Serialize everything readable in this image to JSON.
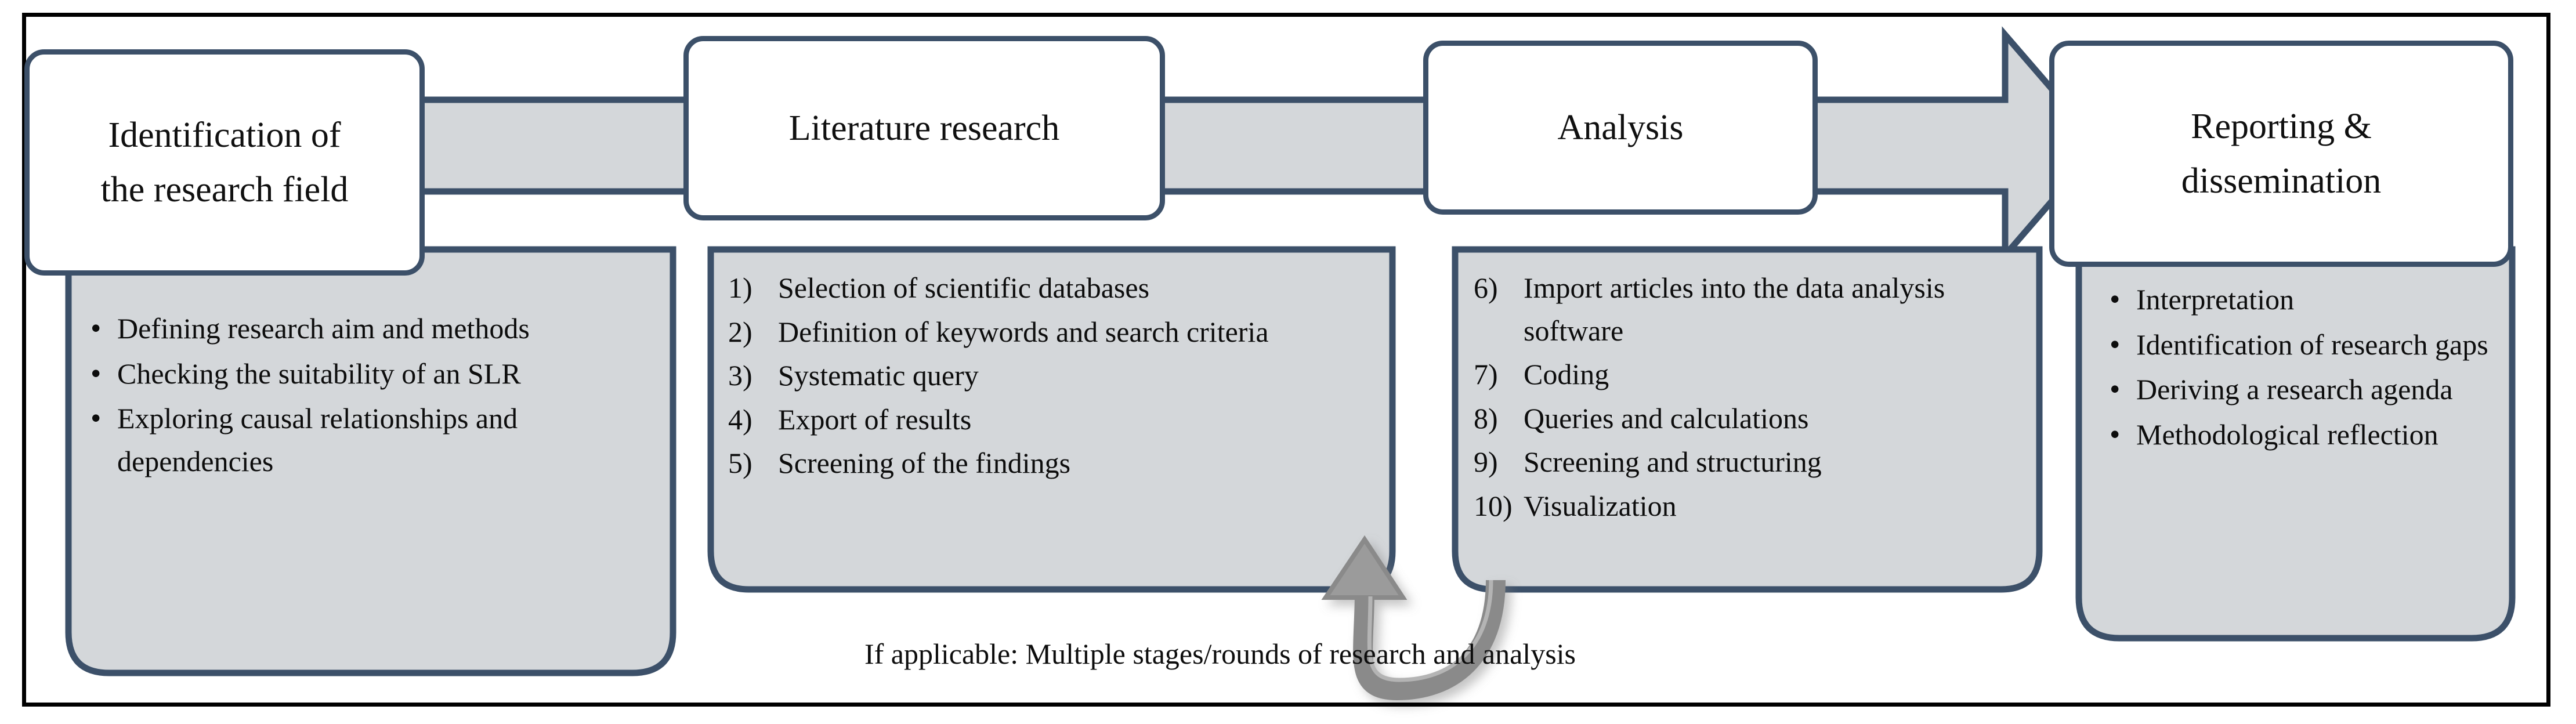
{
  "diagram": {
    "title": "Systematic literature review process",
    "colors": {
      "stage_border": "#3C5069",
      "panel_fill": "#D4D7DA",
      "band_fill": "#D4D7DA",
      "feedback_arrow": "#8A8A8A",
      "outer_frame": "#000000",
      "text": "#0D0D0D",
      "box_fill": "#FFFFFF"
    },
    "stages": [
      {
        "id": "identification",
        "title_lines": [
          "Identification of",
          "the research field"
        ],
        "list_type": "bullet",
        "items": [
          "Defining research aim and methods",
          "Checking the suitability of an SLR",
          "Exploring causal relationships and dependencies"
        ]
      },
      {
        "id": "literature-research",
        "title_lines": [
          "Literature research"
        ],
        "list_type": "numbered",
        "items": [
          {
            "marker": "1)",
            "text": "Selection of scientific databases"
          },
          {
            "marker": "2)",
            "text": "Definition of keywords and search criteria"
          },
          {
            "marker": "3)",
            "text": "Systematic query"
          },
          {
            "marker": "4)",
            "text": "Export of results"
          },
          {
            "marker": "5)",
            "text": "Screening of the findings"
          }
        ]
      },
      {
        "id": "analysis",
        "title_lines": [
          "Analysis"
        ],
        "list_type": "numbered",
        "items": [
          {
            "marker": "6)",
            "text": "Import articles into the data analysis software"
          },
          {
            "marker": "7)",
            "text": "Coding"
          },
          {
            "marker": "8)",
            "text": "Queries and calculations"
          },
          {
            "marker": "9)",
            "text": "Screening and structuring"
          },
          {
            "marker": "10)",
            "text": "Visualization"
          }
        ]
      },
      {
        "id": "reporting",
        "title_lines": [
          "Reporting &",
          "dissemination"
        ],
        "list_type": "bullet",
        "items": [
          "Interpretation",
          "Identification of research gaps",
          "Deriving a research agenda",
          "Methodological reflection"
        ]
      }
    ],
    "feedback": {
      "caption": "If applicable: Multiple stages/rounds of research and analysis",
      "direction": "right-to-left",
      "from_stage": "analysis",
      "to_stage": "literature-research"
    }
  }
}
